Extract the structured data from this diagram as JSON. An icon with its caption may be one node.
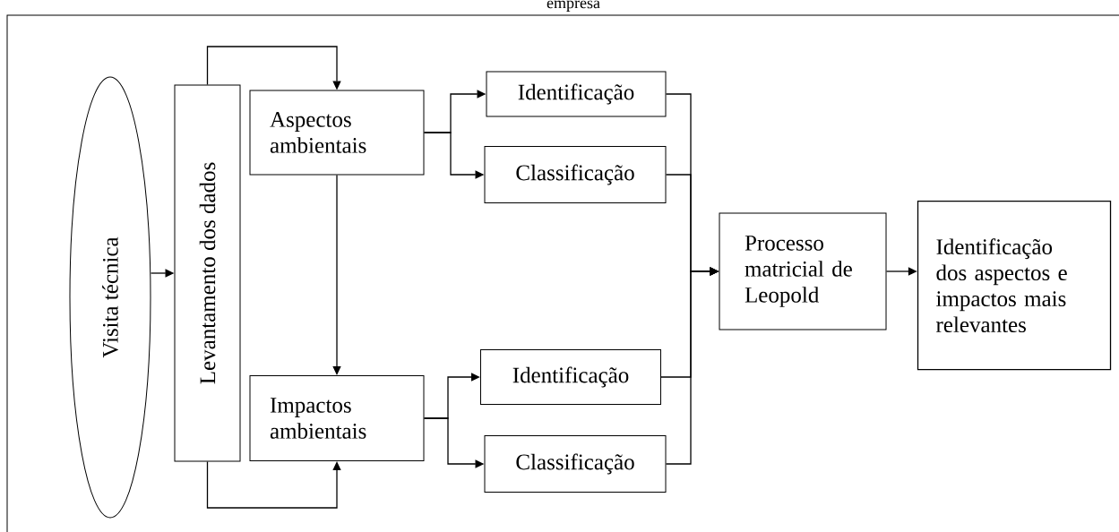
{
  "diagram": {
    "nodes": [
      {
        "text": [
          "Visita técnica"
        ]
      },
      {
        "text": [
          "Levantamento dos dados"
        ]
      },
      {
        "text": [
          "Aspectos ambientais"
        ]
      },
      {
        "text": [
          "Identificação"
        ]
      },
      {
        "text": [
          "Classificação"
        ]
      },
      {
        "text": [
          "Impactos ambientais"
        ]
      },
      {
        "text": [
          "Identificação"
        ]
      },
      {
        "text": [
          "Classificação"
        ]
      },
      {
        "text": [
          "Processo matricial de Leopold"
        ]
      },
      {
        "text": [
          "Identificação dos aspectos e impactos mais relevantes"
        ]
      }
    ],
    "edges": [
      {
        "from": 0,
        "to": 1,
        "arrow": "to"
      },
      {
        "from": 1,
        "to": 2,
        "arrow": "to"
      },
      {
        "from": 1,
        "to": 5,
        "arrow": "to"
      },
      {
        "from": 2,
        "to": 5,
        "arrow": "to"
      },
      {
        "from": 2,
        "to": 3,
        "arrow": "to"
      },
      {
        "from": 2,
        "to": 4,
        "arrow": "to"
      },
      {
        "from": 5,
        "to": 6,
        "arrow": "to"
      },
      {
        "from": 5,
        "to": 7,
        "arrow": "to"
      },
      {
        "from": 3,
        "to": 8,
        "arrow": "to"
      },
      {
        "from": 4,
        "to": 8,
        "arrow": "to"
      },
      {
        "from": 6,
        "to": 8,
        "arrow": "to"
      },
      {
        "from": 7,
        "to": 8,
        "arrow": "to"
      },
      {
        "from": 8,
        "to": 9,
        "arrow": "to"
      }
    ],
    "labels": [
      "empresa"
    ]
  }
}
